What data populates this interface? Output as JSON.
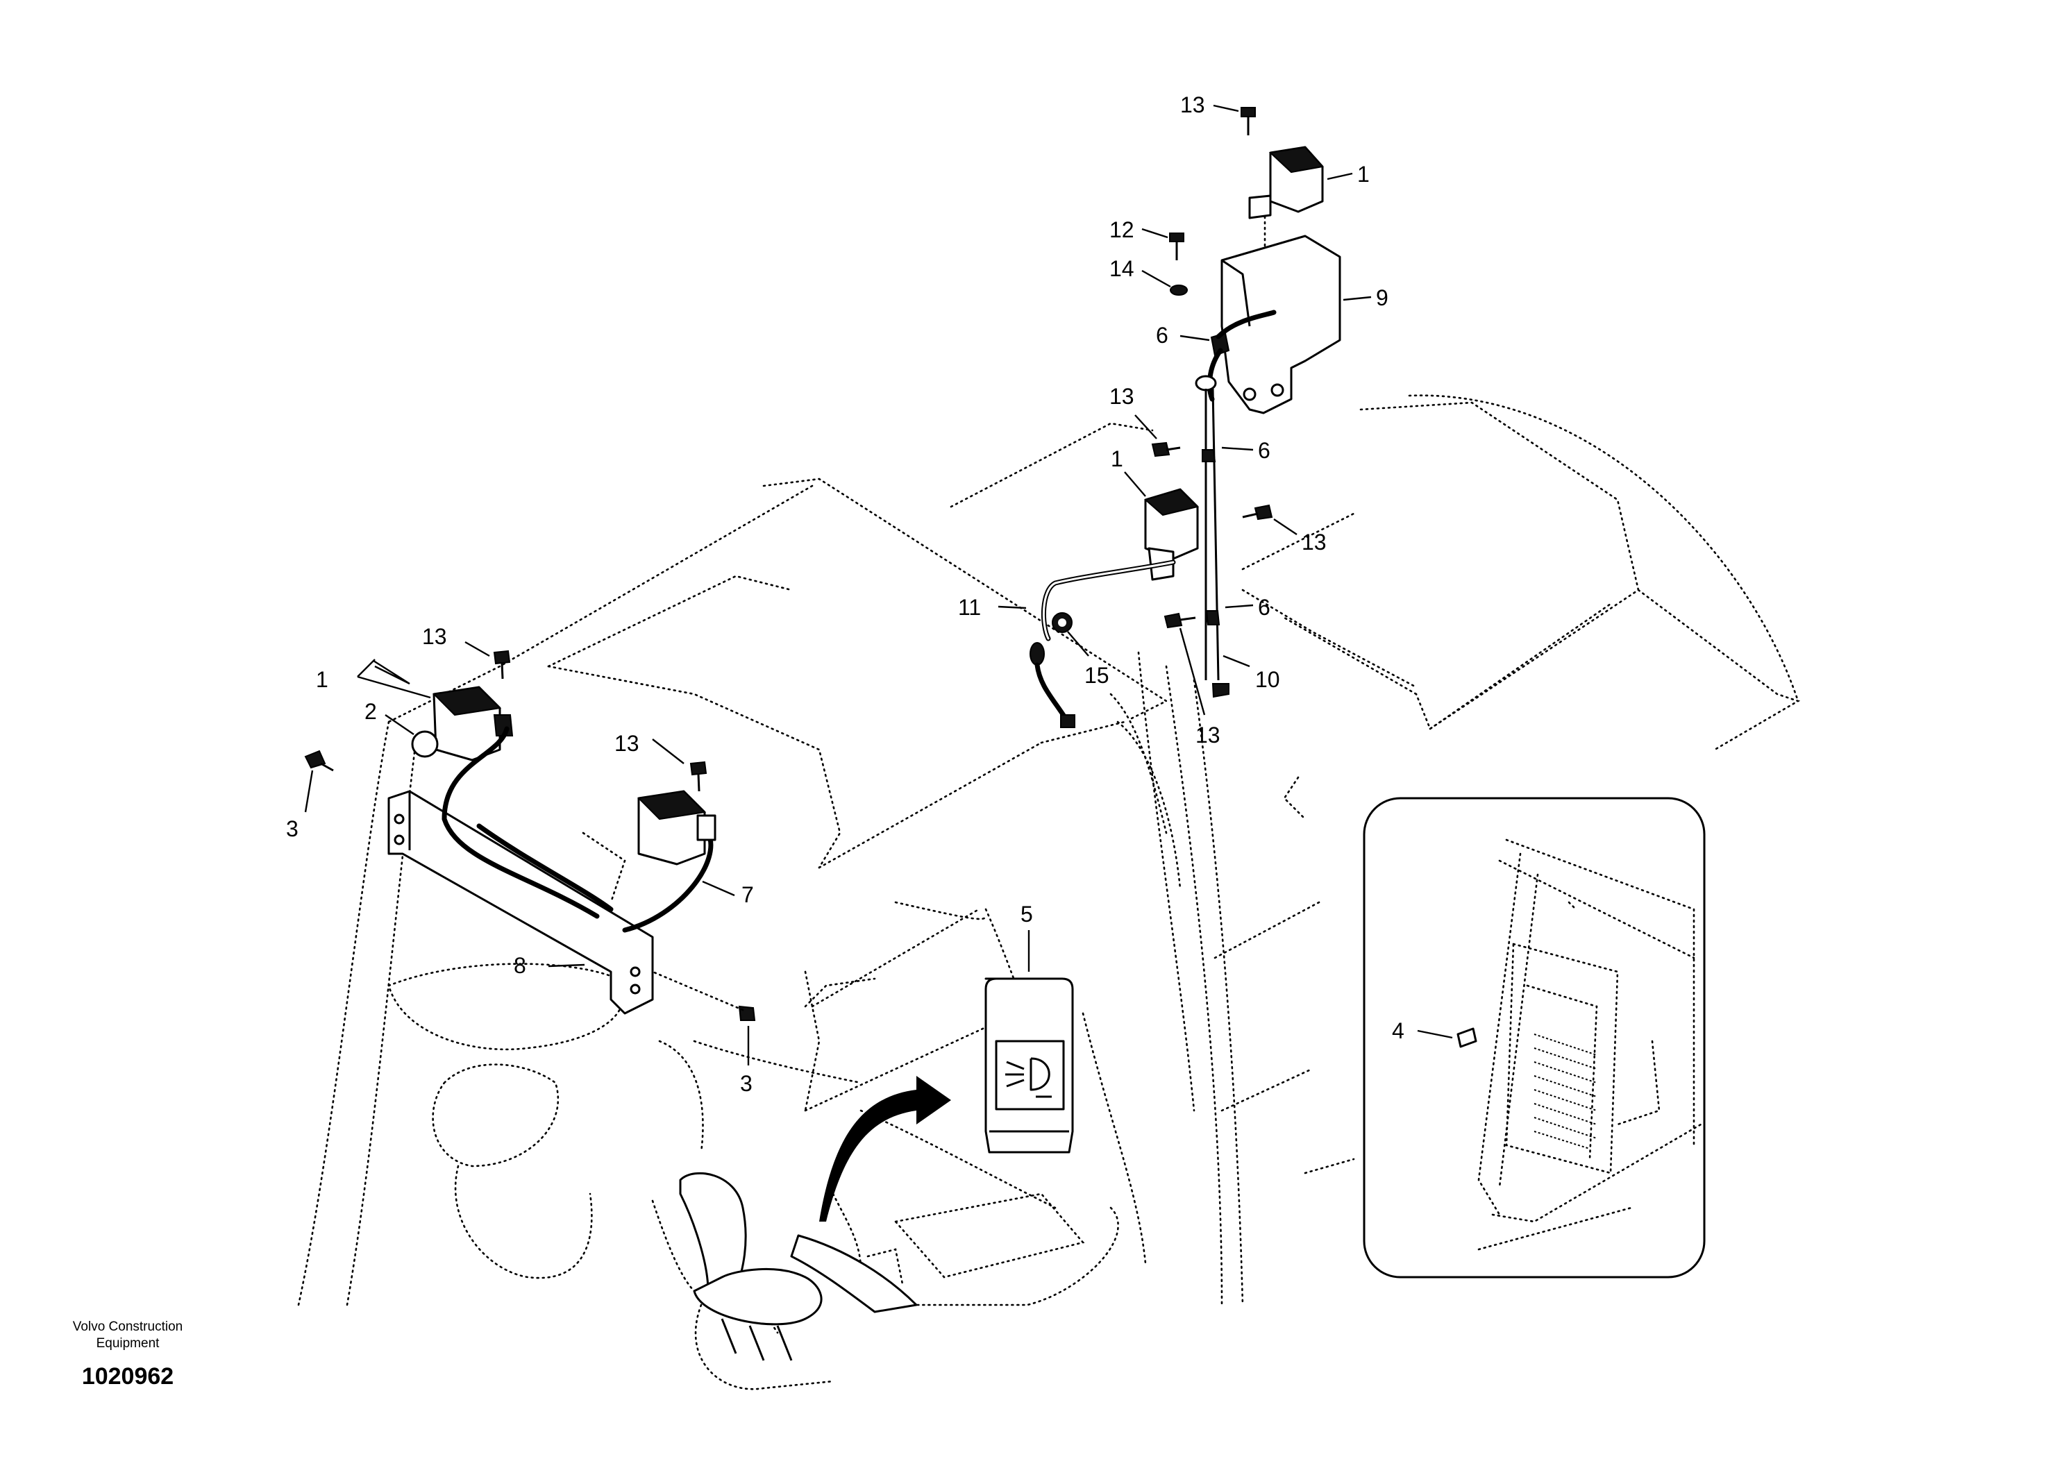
{
  "footer": {
    "brand_line1": "Volvo Construction",
    "brand_line2": "Equipment",
    "drawing_number": "1020962"
  },
  "callouts": {
    "c13_top": "13",
    "c1_top": "1",
    "c12": "12",
    "c14": "14",
    "c9": "9",
    "c6_a": "6",
    "c13_mid_left": "13",
    "c6_b": "6",
    "c1_mid": "1",
    "c13_mid_right": "13",
    "c11": "11",
    "c6_c": "6",
    "c15": "15",
    "c10": "10",
    "c13_lower": "13",
    "c13_left": "13",
    "c1_left": "1",
    "c2": "2",
    "c3_left": "3",
    "c13_center": "13",
    "c7": "7",
    "c8": "8",
    "c3_bottom": "3",
    "c5": "5",
    "c4": "4"
  }
}
